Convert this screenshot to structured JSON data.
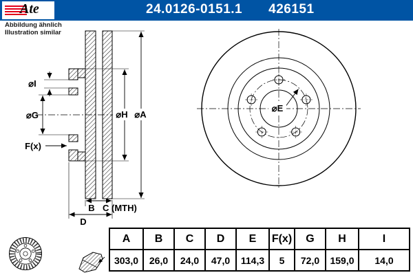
{
  "header": {
    "brand": "Ate",
    "part_number": "24.0126-0151.1",
    "ref_number": "426151"
  },
  "note": {
    "line1": "Abbildung ähnlich",
    "line2": "Illustration similar"
  },
  "drawing": {
    "labels": {
      "dia_i": "⌀I",
      "dia_g": "⌀G",
      "dia_h": "⌀H",
      "dia_a": "⌀A",
      "dia_e": "⌀E",
      "f": "F(x)",
      "b": "B",
      "c": "C (MTH)",
      "d": "D"
    }
  },
  "table": {
    "headers": [
      "A",
      "B",
      "C",
      "D",
      "E",
      "F(x)",
      "G",
      "H",
      "I"
    ],
    "values": [
      "303,0",
      "26,0",
      "24,0",
      "47,0",
      "114,3",
      "5",
      "72,0",
      "159,0",
      "14,0"
    ]
  },
  "colors": {
    "header_blue": "#0054a4",
    "logo_red": "#e2001a"
  }
}
